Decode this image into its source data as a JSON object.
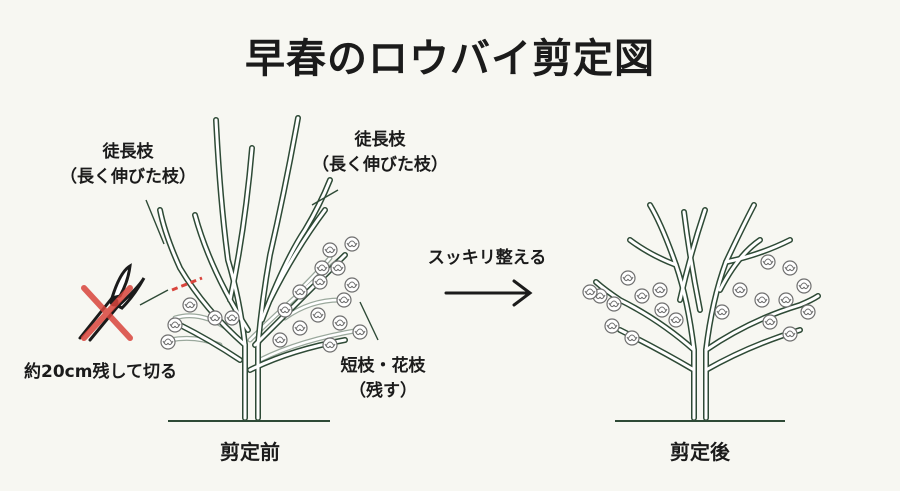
{
  "title": "早春のロウバイ剪定図",
  "labels": {
    "left_water_sprout": [
      "徒長枝",
      "（長く伸びた枝）"
    ],
    "right_water_sprout": [
      "徒長枝",
      "（長く伸びた枝）"
    ],
    "cut_instruction": "約20cm残して切る",
    "short_branch": [
      "短枝・花枝",
      "（残す）"
    ],
    "arrow_text": "スッキリ整える",
    "before": "剪定前",
    "after": "剪定後"
  },
  "colors": {
    "branch": "#2e4a36",
    "branch_fill": "#ffffff",
    "faded_branch": "#9aa89c",
    "cut_mark": "#d9453d",
    "text": "#1b1b1b"
  },
  "icons": [
    "pruning-shears-icon",
    "cross-mark-icon",
    "flower-icon"
  ]
}
